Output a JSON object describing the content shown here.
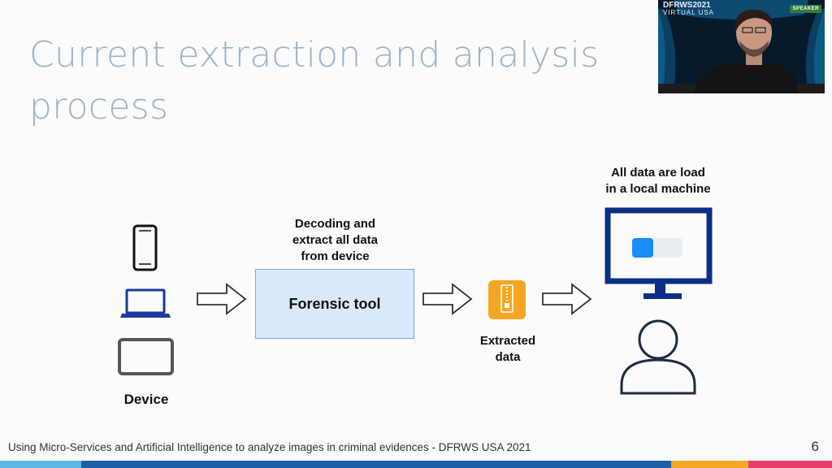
{
  "slide": {
    "title": "Current extraction and analysis process",
    "page_number": "6",
    "footer_text": "Using Micro-Services and Artificial Intelligence to analyze images in criminal evidences - DFRWS USA 2021"
  },
  "diagram": {
    "device_label": "Device",
    "decoding_label_lines": [
      "Decoding and",
      "extract all data",
      "from device"
    ],
    "forensic_tool_label": "Forensic tool",
    "extracted_label_lines": [
      "Extracted",
      "data"
    ],
    "local_machine_label_lines": [
      "All data are load",
      "in a local machine"
    ],
    "icons": [
      "smartphone-icon",
      "laptop-icon",
      "tablet-icon",
      "arrow-right-icon",
      "zip-file-icon",
      "monitor-icon",
      "toggle-icon",
      "user-icon"
    ]
  },
  "webcam": {
    "brand_line1": "DFRWS2021",
    "brand_line2": "VIRTUAL USA",
    "badge": "SPEAKER"
  },
  "colors": {
    "title": "#9fb3c6",
    "forensic_box_fill": "#dae8fc",
    "forensic_box_border": "#7ea6e0",
    "monitor_blue": "#0b2f86",
    "toggle_blue": "#1a8cff",
    "zip_orange": "#f5a623",
    "footer_bar": [
      "#5bb7e6",
      "#1f5fa8",
      "#f5a623",
      "#e83e6c"
    ]
  }
}
